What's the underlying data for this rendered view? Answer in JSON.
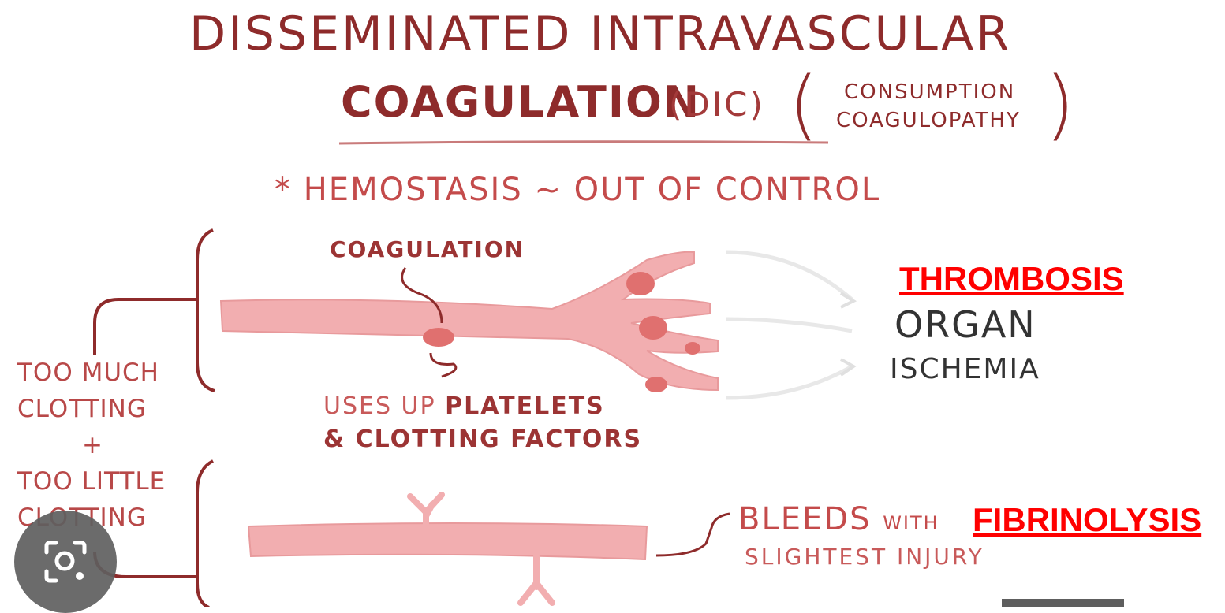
{
  "title": {
    "line1": "Disseminated Intravascular",
    "line2": "Coagulation",
    "abbrev": "(DIC)",
    "alt_line1": "Consumption",
    "alt_line2": "Coagulopathy"
  },
  "hemostasis_note": "* Hemostasis ~ out of control",
  "coagulation_label": "Coagulation",
  "uses_up": {
    "prefix": "uses up",
    "platelets": "platelets",
    "line2": "& clotting factors"
  },
  "left_label": {
    "line1": "Too much",
    "line2": "clotting",
    "plus": "+",
    "line3": "Too little",
    "line4": "clotting"
  },
  "overlay_labels": {
    "thrombosis": "THROMBOSIS",
    "fibrinolysis": "FIBRINOLYSIS"
  },
  "outcome_top": {
    "line1": "Organ",
    "line2": "ischemia"
  },
  "outcome_bottom": {
    "bleeds": "Bleeds",
    "with": "with",
    "line2": "slightest injury"
  },
  "icons": {
    "lens": "image-search-icon"
  },
  "colors": {
    "title": "#8e2b2b",
    "vessel": "#f2aeb0",
    "clot": "#e0706f",
    "overlay_red": "#ff0000"
  }
}
